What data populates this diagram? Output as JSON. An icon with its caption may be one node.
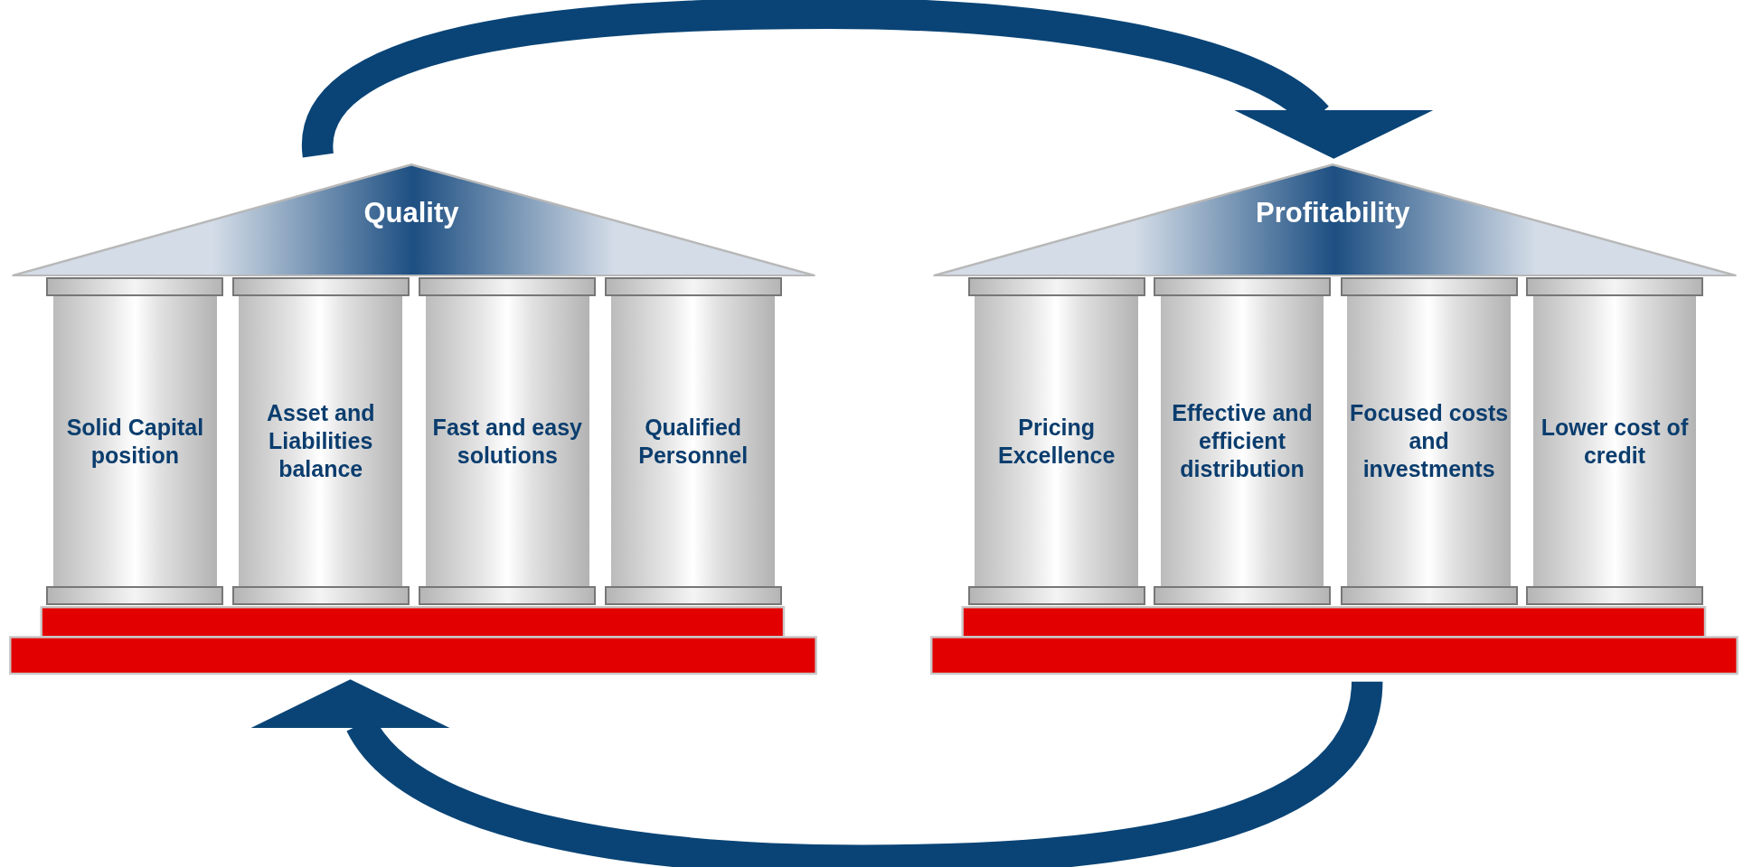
{
  "diagram": {
    "nodes": [
      {
        "text": [
          "Quality"
        ]
      },
      {
        "text": [
          "Solid Capital position"
        ],
        "in": 0
      },
      {
        "text": [
          "Asset and Liabilities balance"
        ],
        "in": 0
      },
      {
        "text": [
          "Fast and easy solutions"
        ],
        "in": 0
      },
      {
        "text": [
          "Qualified Personnel"
        ],
        "in": 0
      },
      {
        "text": [
          "Profitability"
        ]
      },
      {
        "text": [
          "Pricing Excellence"
        ],
        "in": 5
      },
      {
        "text": [
          "Effective and efficient distribution"
        ],
        "in": 5
      },
      {
        "text": [
          "Focused costs and investments"
        ],
        "in": 5
      },
      {
        "text": [
          "Lower cost of credit"
        ],
        "in": 5
      }
    ],
    "edges": [
      {
        "from": 0,
        "to": 5,
        "arrow": "to"
      },
      {
        "from": 5,
        "to": 0,
        "arrow": "to"
      }
    ]
  }
}
